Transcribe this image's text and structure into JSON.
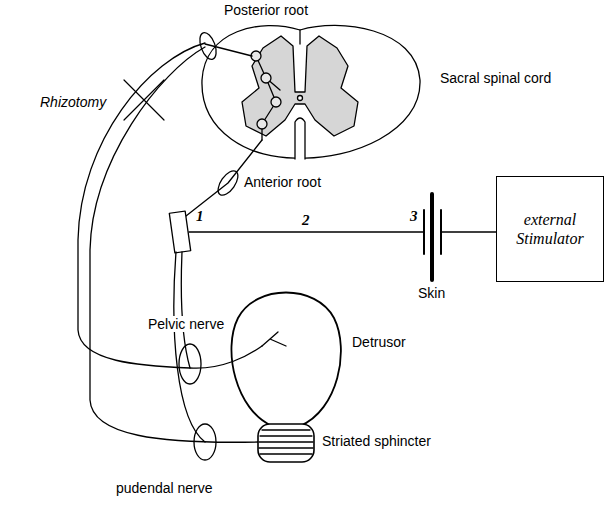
{
  "diagram": {
    "nodes": [
      {
        "text": [
          "external Stimulator"
        ]
      }
    ],
    "labels": [
      "Posterior root",
      "Sacral spinal cord",
      "Rhizotomy",
      "Anterior root",
      "1",
      "2",
      "3",
      "Skin",
      "Pelvic nerve",
      "Detrusor",
      "Striated sphincter",
      "pudendal nerve"
    ]
  }
}
